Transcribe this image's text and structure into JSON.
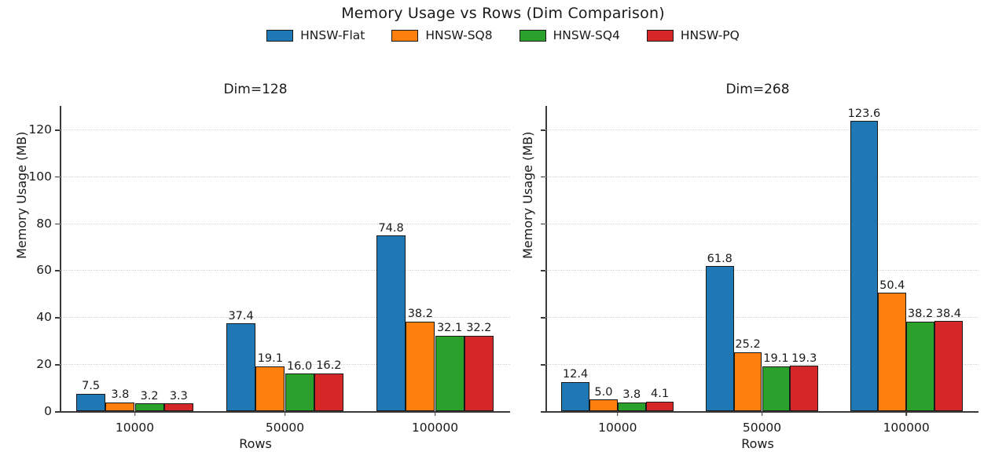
{
  "chart_data": {
    "type": "bar",
    "title": "Memory Usage vs Rows (Dim Comparison)",
    "xlabel": "Rows",
    "ylabel": "Memory Usage (MB)",
    "categories": [
      "10000",
      "50000",
      "100000"
    ],
    "ylim": [
      0,
      130
    ],
    "yticks": [
      0,
      20,
      40,
      60,
      80,
      100,
      120
    ],
    "ytick_labels": [
      "0",
      "20",
      "40",
      "60",
      "80",
      "100",
      "120"
    ],
    "grid": "horizontal-dotted",
    "legend_position": "top-center",
    "legend": [
      "HNSW-Flat",
      "HNSW-SQ8",
      "HNSW-SQ4",
      "HNSW-PQ"
    ],
    "colors": {
      "HNSW-Flat": "#1f77b4",
      "HNSW-SQ8": "#ff7f0e",
      "HNSW-SQ4": "#2ca02c",
      "HNSW-PQ": "#d62728",
      "edge": "#1a1a1a",
      "grid": "#d3d3d3",
      "axis": "#3a3a3a",
      "background": "#ffffff"
    },
    "subplots": [
      {
        "title": "Dim=128",
        "show_ytick_labels": true,
        "series": [
          {
            "name": "HNSW-Flat",
            "color": "#1f77b4",
            "values": [
              7.5,
              37.4,
              74.8
            ],
            "labels": [
              "7.5",
              "37.4",
              "74.8"
            ]
          },
          {
            "name": "HNSW-SQ8",
            "color": "#ff7f0e",
            "values": [
              3.8,
              19.1,
              38.2
            ],
            "labels": [
              "3.8",
              "19.1",
              "38.2"
            ]
          },
          {
            "name": "HNSW-SQ4",
            "color": "#2ca02c",
            "values": [
              3.2,
              16.0,
              32.1
            ],
            "labels": [
              "3.2",
              "16.0",
              "32.1"
            ]
          },
          {
            "name": "HNSW-PQ",
            "color": "#d62728",
            "values": [
              3.3,
              16.2,
              32.2
            ],
            "labels": [
              "3.3",
              "16.2",
              "32.2"
            ]
          }
        ]
      },
      {
        "title": "Dim=268",
        "show_ytick_labels": false,
        "series": [
          {
            "name": "HNSW-Flat",
            "color": "#1f77b4",
            "values": [
              12.4,
              61.8,
              123.6
            ],
            "labels": [
              "12.4",
              "61.8",
              "123.6"
            ]
          },
          {
            "name": "HNSW-SQ8",
            "color": "#ff7f0e",
            "values": [
              5.0,
              25.2,
              50.4
            ],
            "labels": [
              "5.0",
              "25.2",
              "50.4"
            ]
          },
          {
            "name": "HNSW-SQ4",
            "color": "#2ca02c",
            "values": [
              3.8,
              19.1,
              38.2
            ],
            "labels": [
              "3.8",
              "19.1",
              "38.2"
            ]
          },
          {
            "name": "HNSW-PQ",
            "color": "#d62728",
            "values": [
              4.1,
              19.3,
              38.4
            ],
            "labels": [
              "4.1",
              "19.3",
              "38.4"
            ]
          }
        ]
      }
    ]
  }
}
